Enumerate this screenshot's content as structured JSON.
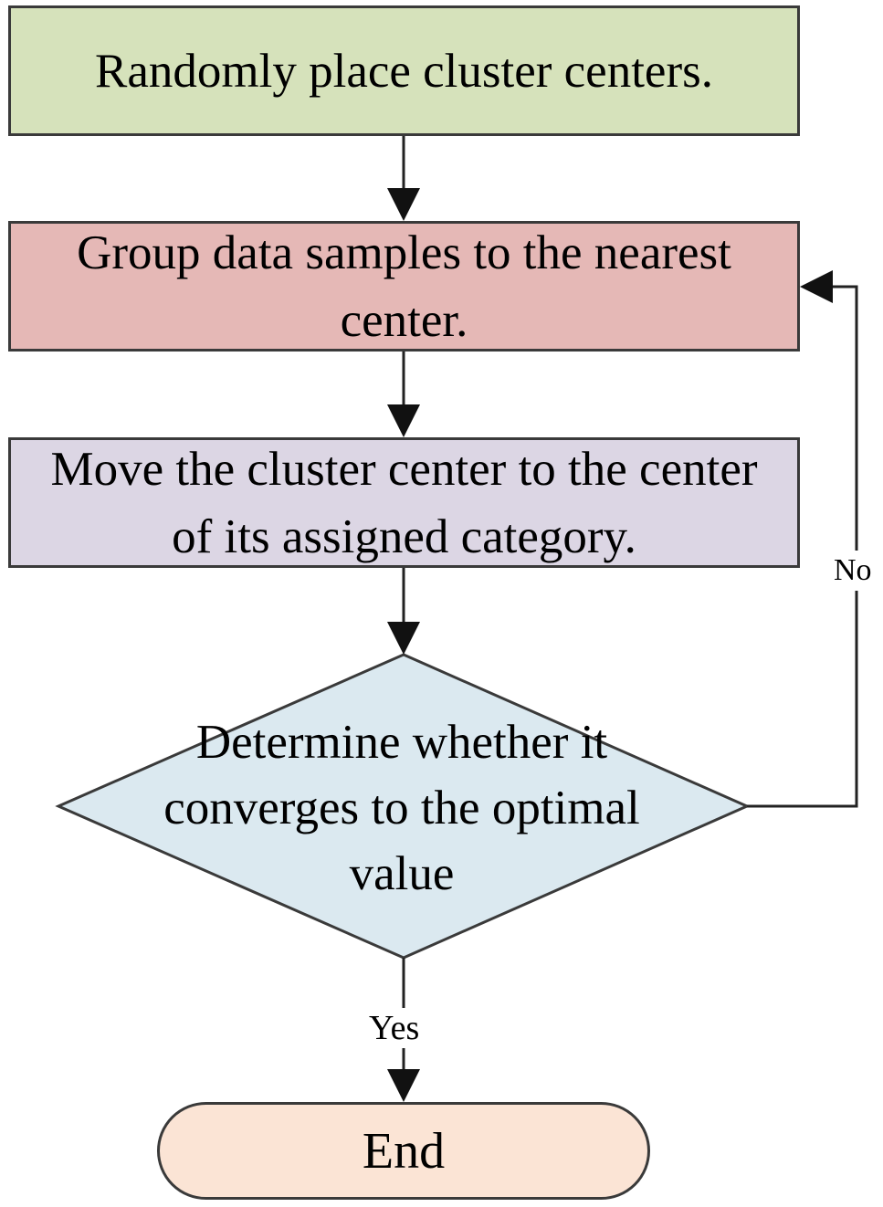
{
  "nodes": {
    "start": "Randomly place cluster centers.",
    "group": "Group data samples to the nearest center.",
    "move": "Move the cluster center to the center of its assigned category.",
    "decision": "Determine whether it converges to the optimal value",
    "end": "End"
  },
  "edges": {
    "no_label": "No",
    "yes_label": "Yes"
  },
  "colors": {
    "start_fill": "#d6e2bb",
    "group_fill": "#e5b8b6",
    "move_fill": "#dcd6e4",
    "decision_fill": "#dbe9f0",
    "end_fill": "#fbe4d5",
    "stroke": "#3a3a3a"
  }
}
